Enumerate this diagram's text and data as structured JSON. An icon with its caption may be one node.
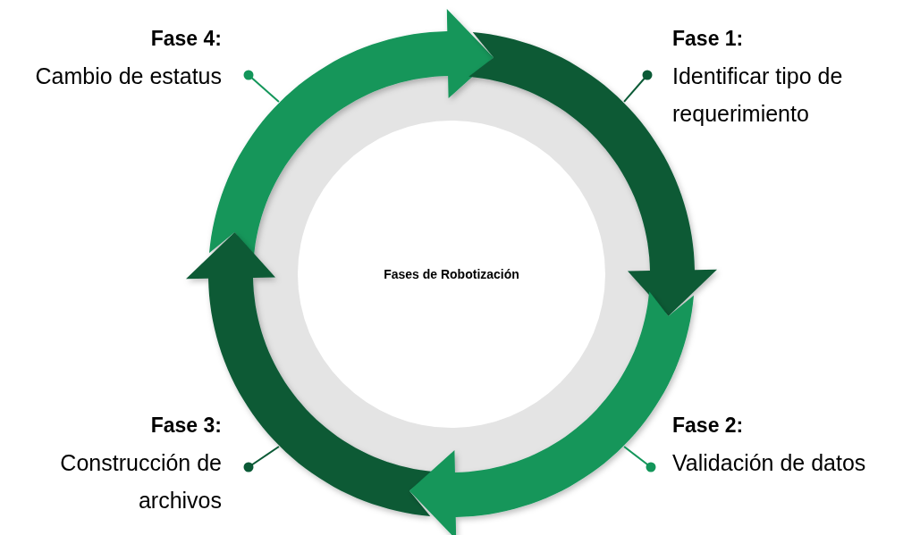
{
  "diagram": {
    "nodes": [
      {
        "text": [
          "Fases de Robotización"
        ]
      },
      {
        "text": [
          "Fase 4:",
          "Cambio de estatus"
        ]
      },
      {
        "text": [
          "Fase 1:",
          "Identificar tipo de requerimiento"
        ]
      },
      {
        "text": [
          "Fase 3:",
          "Construcción de archivos"
        ]
      },
      {
        "text": [
          "Fase 2:",
          "Validación de datos"
        ]
      },
      {
        "text": [],
        "shape": "arc"
      },
      {
        "text": [],
        "shape": "arc"
      },
      {
        "text": [],
        "shape": "arc"
      },
      {
        "text": [],
        "shape": "arc"
      }
    ],
    "edges": [
      {
        "from": 1,
        "to": 5,
        "arrow": "other"
      },
      {
        "from": 2,
        "to": 6,
        "arrow": "other"
      },
      {
        "from": 3,
        "to": 7,
        "arrow": "other"
      },
      {
        "from": 4,
        "to": 8,
        "arrow": "other"
      }
    ]
  }
}
